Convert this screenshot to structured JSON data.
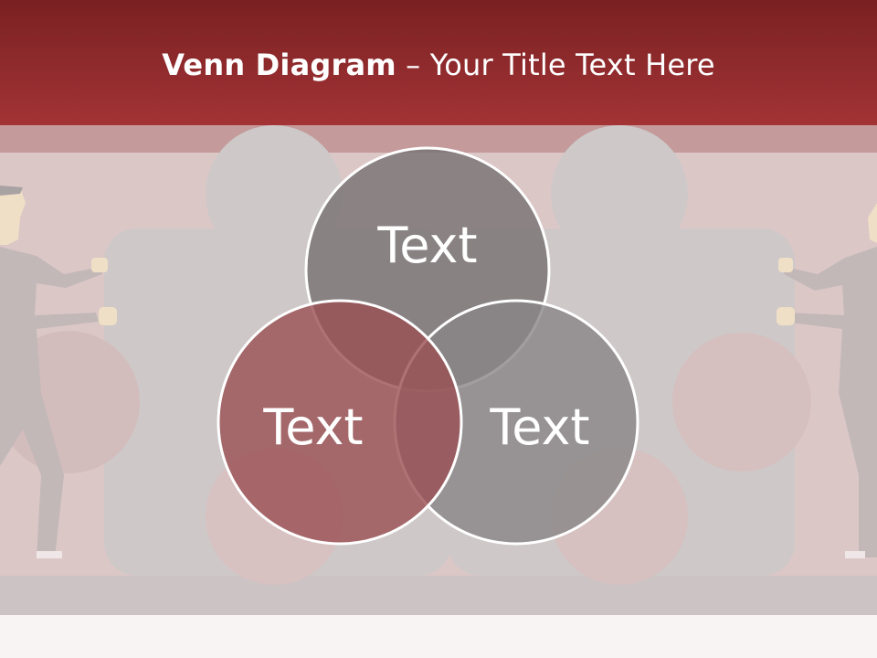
{
  "slide": {
    "title_bold": "Venn Diagram",
    "title_rest": " – Your Title Text Here"
  },
  "venn": {
    "circles": [
      {
        "label": "Text",
        "color": "#7b7677"
      },
      {
        "label": "Text",
        "color": "#9a4f52"
      },
      {
        "label": "Text",
        "color": "#8a8687"
      }
    ]
  },
  "colors": {
    "header_dark": "#7a2022",
    "header_light": "#a33335",
    "accent_red": "#a33335",
    "background_pink": "#d8c4c4",
    "silhouette_gray": "#cdc6c6"
  }
}
